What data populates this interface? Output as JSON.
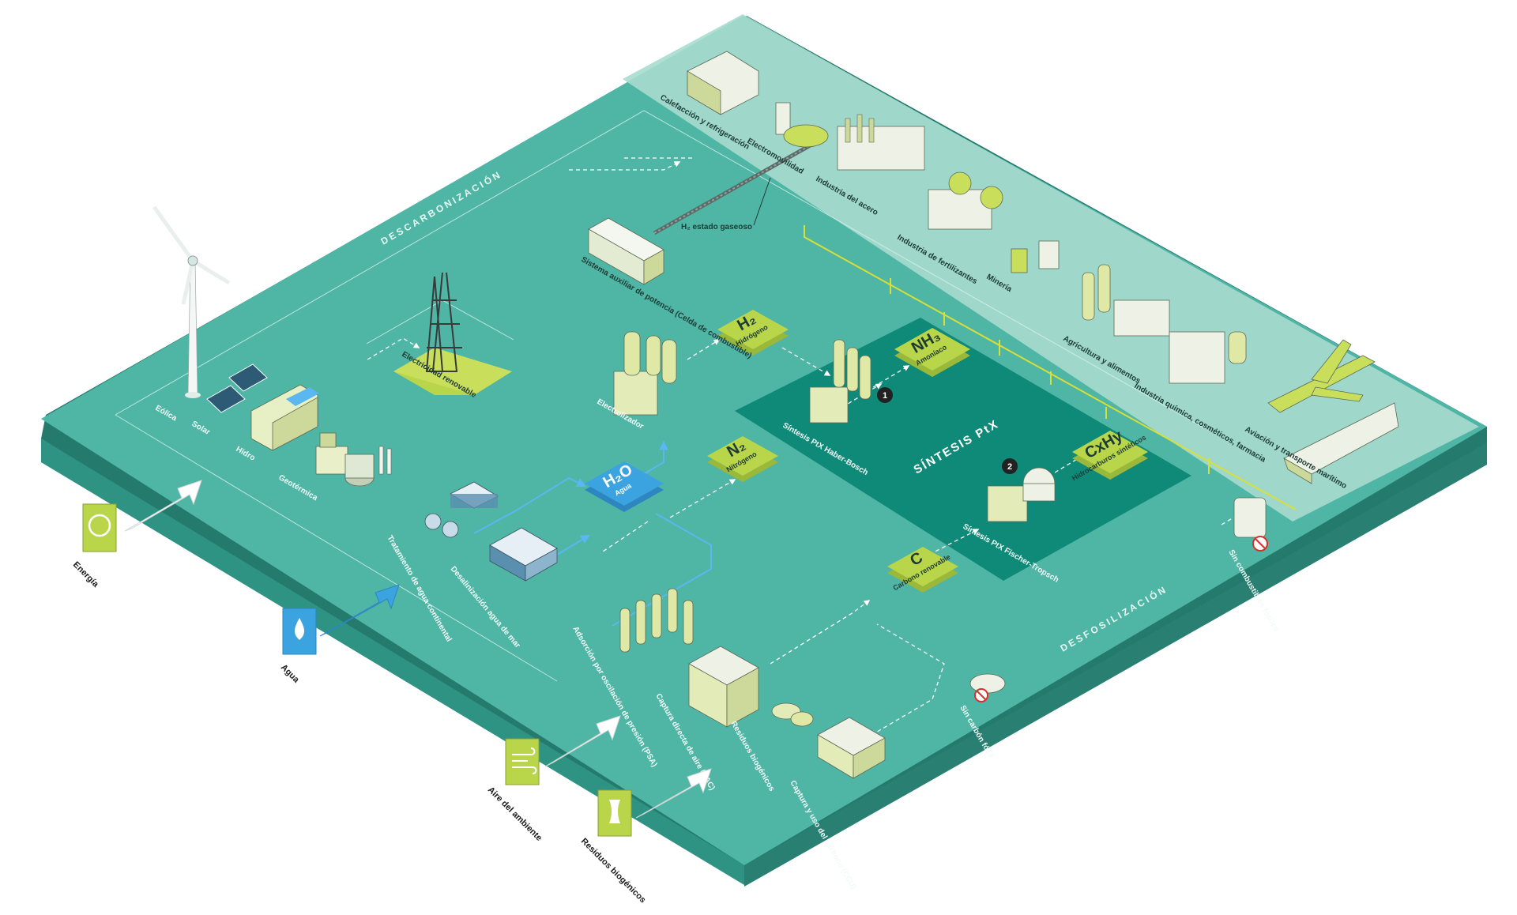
{
  "bands": {
    "descarbonizacion": "DESCARBONIZACIÓN",
    "desfosilizacion": "DESFOSILIZACIÓN",
    "sintesis": "SÍNTESIS PtX"
  },
  "inputs": [
    {
      "label": "Energía",
      "icon": "recycle-energy-icon"
    },
    {
      "label": "Agua",
      "icon": "water-drop-icon"
    },
    {
      "label": "Aire del ambiente",
      "icon": "wind-icon"
    },
    {
      "label": "Residuos biogénicos",
      "icon": "apple-core-icon"
    }
  ],
  "sources": {
    "eolica": "Eólica",
    "solar": "Solar",
    "hidro": "Hidro",
    "geotermica": "Geotérmica",
    "electricidad": "Electricidad renovable",
    "tratamiento": "Tratamiento de agua continental",
    "desalinizacion": "Desalinización agua de mar",
    "electrolizador": "Electrolizador",
    "sistema_auxiliar": "Sistema auxiliar de potencia (Celda de combustible)",
    "h2_estado": "H₂ estado gaseoso",
    "psa": "Adsorción por oscilación de presión (PSA)",
    "dac": "Captura directa de aire (DAC)",
    "residuos": "Residuos biogénicos",
    "ccu": "Captura y uso del carbono (CCU)",
    "sin_carbon": "Sin carbón fósil",
    "sin_combustibles": "Sin combustibles fósiles",
    "haber_bosch": "Síntesis PtX Haber-Bosch",
    "fischer_tropsch": "Síntesis PtX Fischer-Tropsch"
  },
  "markers": [
    "1",
    "2"
  ],
  "tiles": {
    "h2": {
      "symbol": "H₂",
      "label": "Hidrógeno"
    },
    "n2": {
      "symbol": "N₂",
      "label": "Nitrógeno"
    },
    "h2o": {
      "symbol": "H₂O",
      "label": "Agua"
    },
    "nh3": {
      "symbol": "NH₃",
      "label": "Amoníaco"
    },
    "cxhy": {
      "symbol": "CxHy",
      "label": "Hidrocarburos sintéticos"
    },
    "c": {
      "symbol": "C",
      "label": "Carbono renovable"
    }
  },
  "uses": [
    "Calefacción y refrigeración",
    "Electromovilidad",
    "Industria del acero",
    "Industria de fertilizantes",
    "Minería",
    "Agricultura y alimentos",
    "Industria química, cosméticos, farmacia",
    "Aviación y transporte marítimo"
  ],
  "colors": {
    "platform_top": "#4fb5a5",
    "platform_side": "#2f9384",
    "platform_edge": "#237a6d",
    "zone_light": "#a7dccf",
    "synthesis_zone": "#0f8a78",
    "tile_green": "#b9d54a",
    "tile_blue": "#3aa3e0",
    "water_line": "#5bb7ef",
    "flow_yellow": "#d8df35"
  }
}
